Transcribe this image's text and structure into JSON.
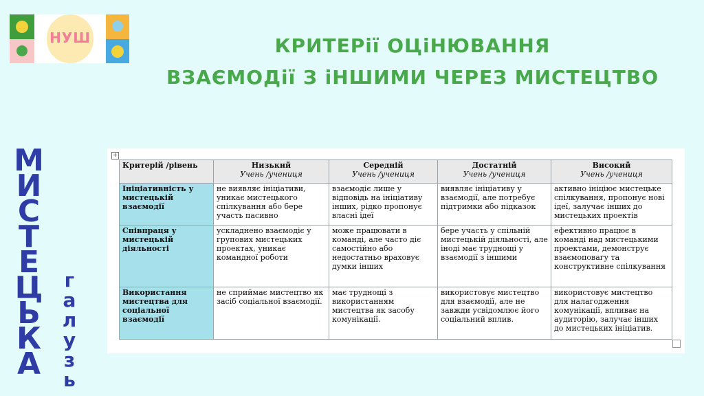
{
  "logo": {
    "text": "НУШ"
  },
  "title": {
    "line1": "КРИТЕРії ОЦіНЮВАННЯ",
    "line2": "ВЗАЄМОДії З іНШИМИ ЧЕРЕЗ МИСТЕЦТВО"
  },
  "side": {
    "word1": [
      "М",
      "И",
      "С",
      "Т",
      "Е",
      "Ц",
      "Ь",
      "К",
      "А"
    ],
    "word2": [
      "г",
      "а",
      "л",
      "у",
      "з",
      "ь"
    ]
  },
  "table": {
    "corner": "Критерій /рівень",
    "headers": [
      {
        "level": "Низький",
        "sub": "Учень /учениця"
      },
      {
        "level": "Середній",
        "sub": "Учень /учениця"
      },
      {
        "level": "Достатній",
        "sub": "Учень /учениця"
      },
      {
        "level": "Високий",
        "sub": "Учень /учениця"
      }
    ],
    "rows": [
      {
        "criterion": "Ініціативність у мистецькій взаємодії",
        "cells": [
          "не виявляє ініціативи, уникає мистецького спілкування або бере участь пасивно",
          "взаємодіє лише у відповідь на ініціативу інших, рідко пропонує власні ідеї",
          "виявляє ініціативу у взаємодії, але потребує підтримки або підказок",
          "активно ініціює мистецьке спілкування, пропонує нові ідеї, залучає інших до мистецьких проектів"
        ]
      },
      {
        "criterion": "Співпраця у мистецькій діяльності",
        "cells": [
          "ускладнено взаємодіє у групових мистецьких проектах, уникає командної роботи",
          "може працювати в команді, але часто діє самостійно або недостатньо враховує думки інших",
          "бере участь у спільній мистецькій діяльності, але іноді має труднощі у взаємодії з іншими",
          "ефективно працює в команді над мистецькими проектами, демонструє взаємоповагу та конструктивне спілкування"
        ]
      },
      {
        "criterion": "Використання мистецтва для соціальної взаємодії",
        "cells": [
          "не сприймає мистецтво як засіб соціальної взаємодії.",
          "має труднощі з використанням мистецтва як засобу комунікації.",
          "використовує мистецтво для взаємодії, але не завжди усвідомлює його соціальний вплив.",
          "використовує мистецтво для налагодження комунікації, впливає на аудиторію, залучає інших до мистецьких ініціатив."
        ]
      }
    ]
  },
  "colors": {
    "background": "#e3fbfb",
    "title": "#4aa84c",
    "side_text": "#2f3ca6",
    "criterion_fill": "#a6e0ea"
  }
}
